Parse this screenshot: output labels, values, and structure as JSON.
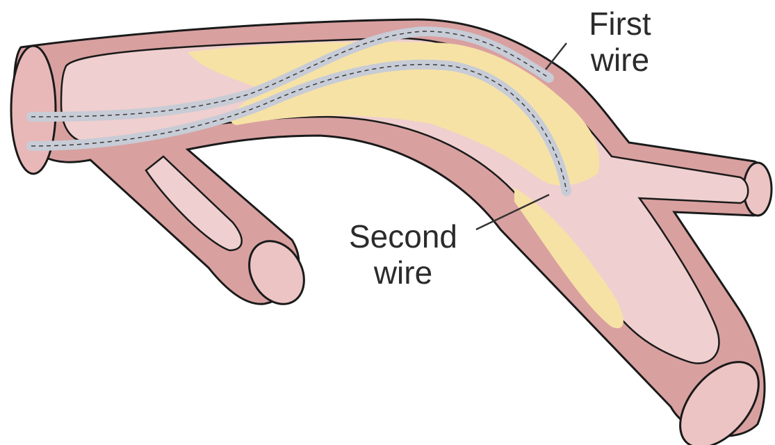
{
  "labels": {
    "first_wire": {
      "line1": "First",
      "line2": "wire"
    },
    "second_wire": {
      "line1": "Second",
      "line2": "wire"
    }
  },
  "colors": {
    "vessel_wall": "#d9a0a0",
    "vessel_outline": "#1a1a1a",
    "vessel_lumen": "#efcfcf",
    "plaque": "#f7e2a6",
    "wire_fill": "#c7ccd6",
    "wire_dash": "#3a3a3a",
    "leader_line": "#333333",
    "label_text": "#2b2b2b"
  }
}
